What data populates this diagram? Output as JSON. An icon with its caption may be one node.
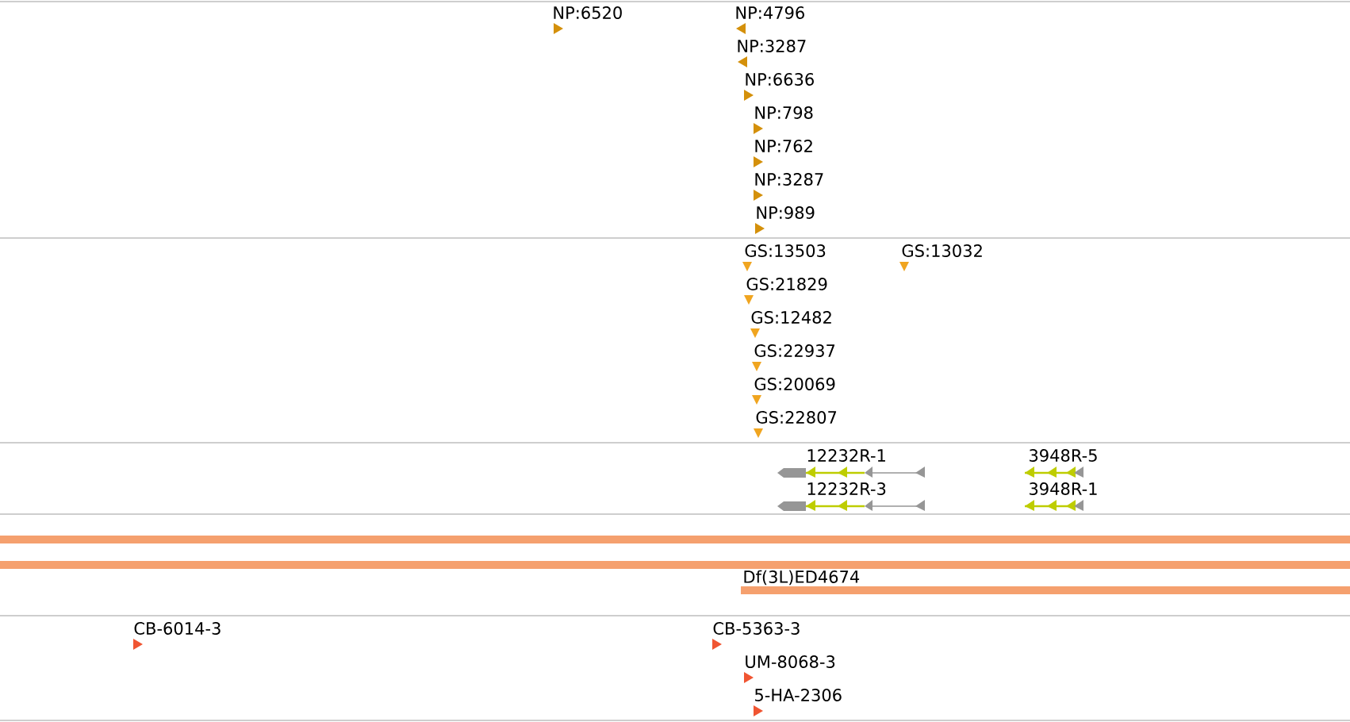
{
  "diagram": {
    "labels": [
      "NP:6520",
      "NP:4796",
      "NP:3287",
      "NP:6636",
      "NP:798",
      "NP:762",
      "NP:3287",
      "NP:989",
      "GS:13503",
      "GS:13032",
      "GS:21829",
      "GS:12482",
      "GS:22937",
      "GS:20069",
      "GS:22807",
      "12232R-1",
      "3948R-5",
      "12232R-3",
      "3948R-1",
      "Df(3L)ED4674",
      "CB-6014-3",
      "CB-5363-3",
      "UM-8068-3",
      "5-HA-2306"
    ]
  }
}
